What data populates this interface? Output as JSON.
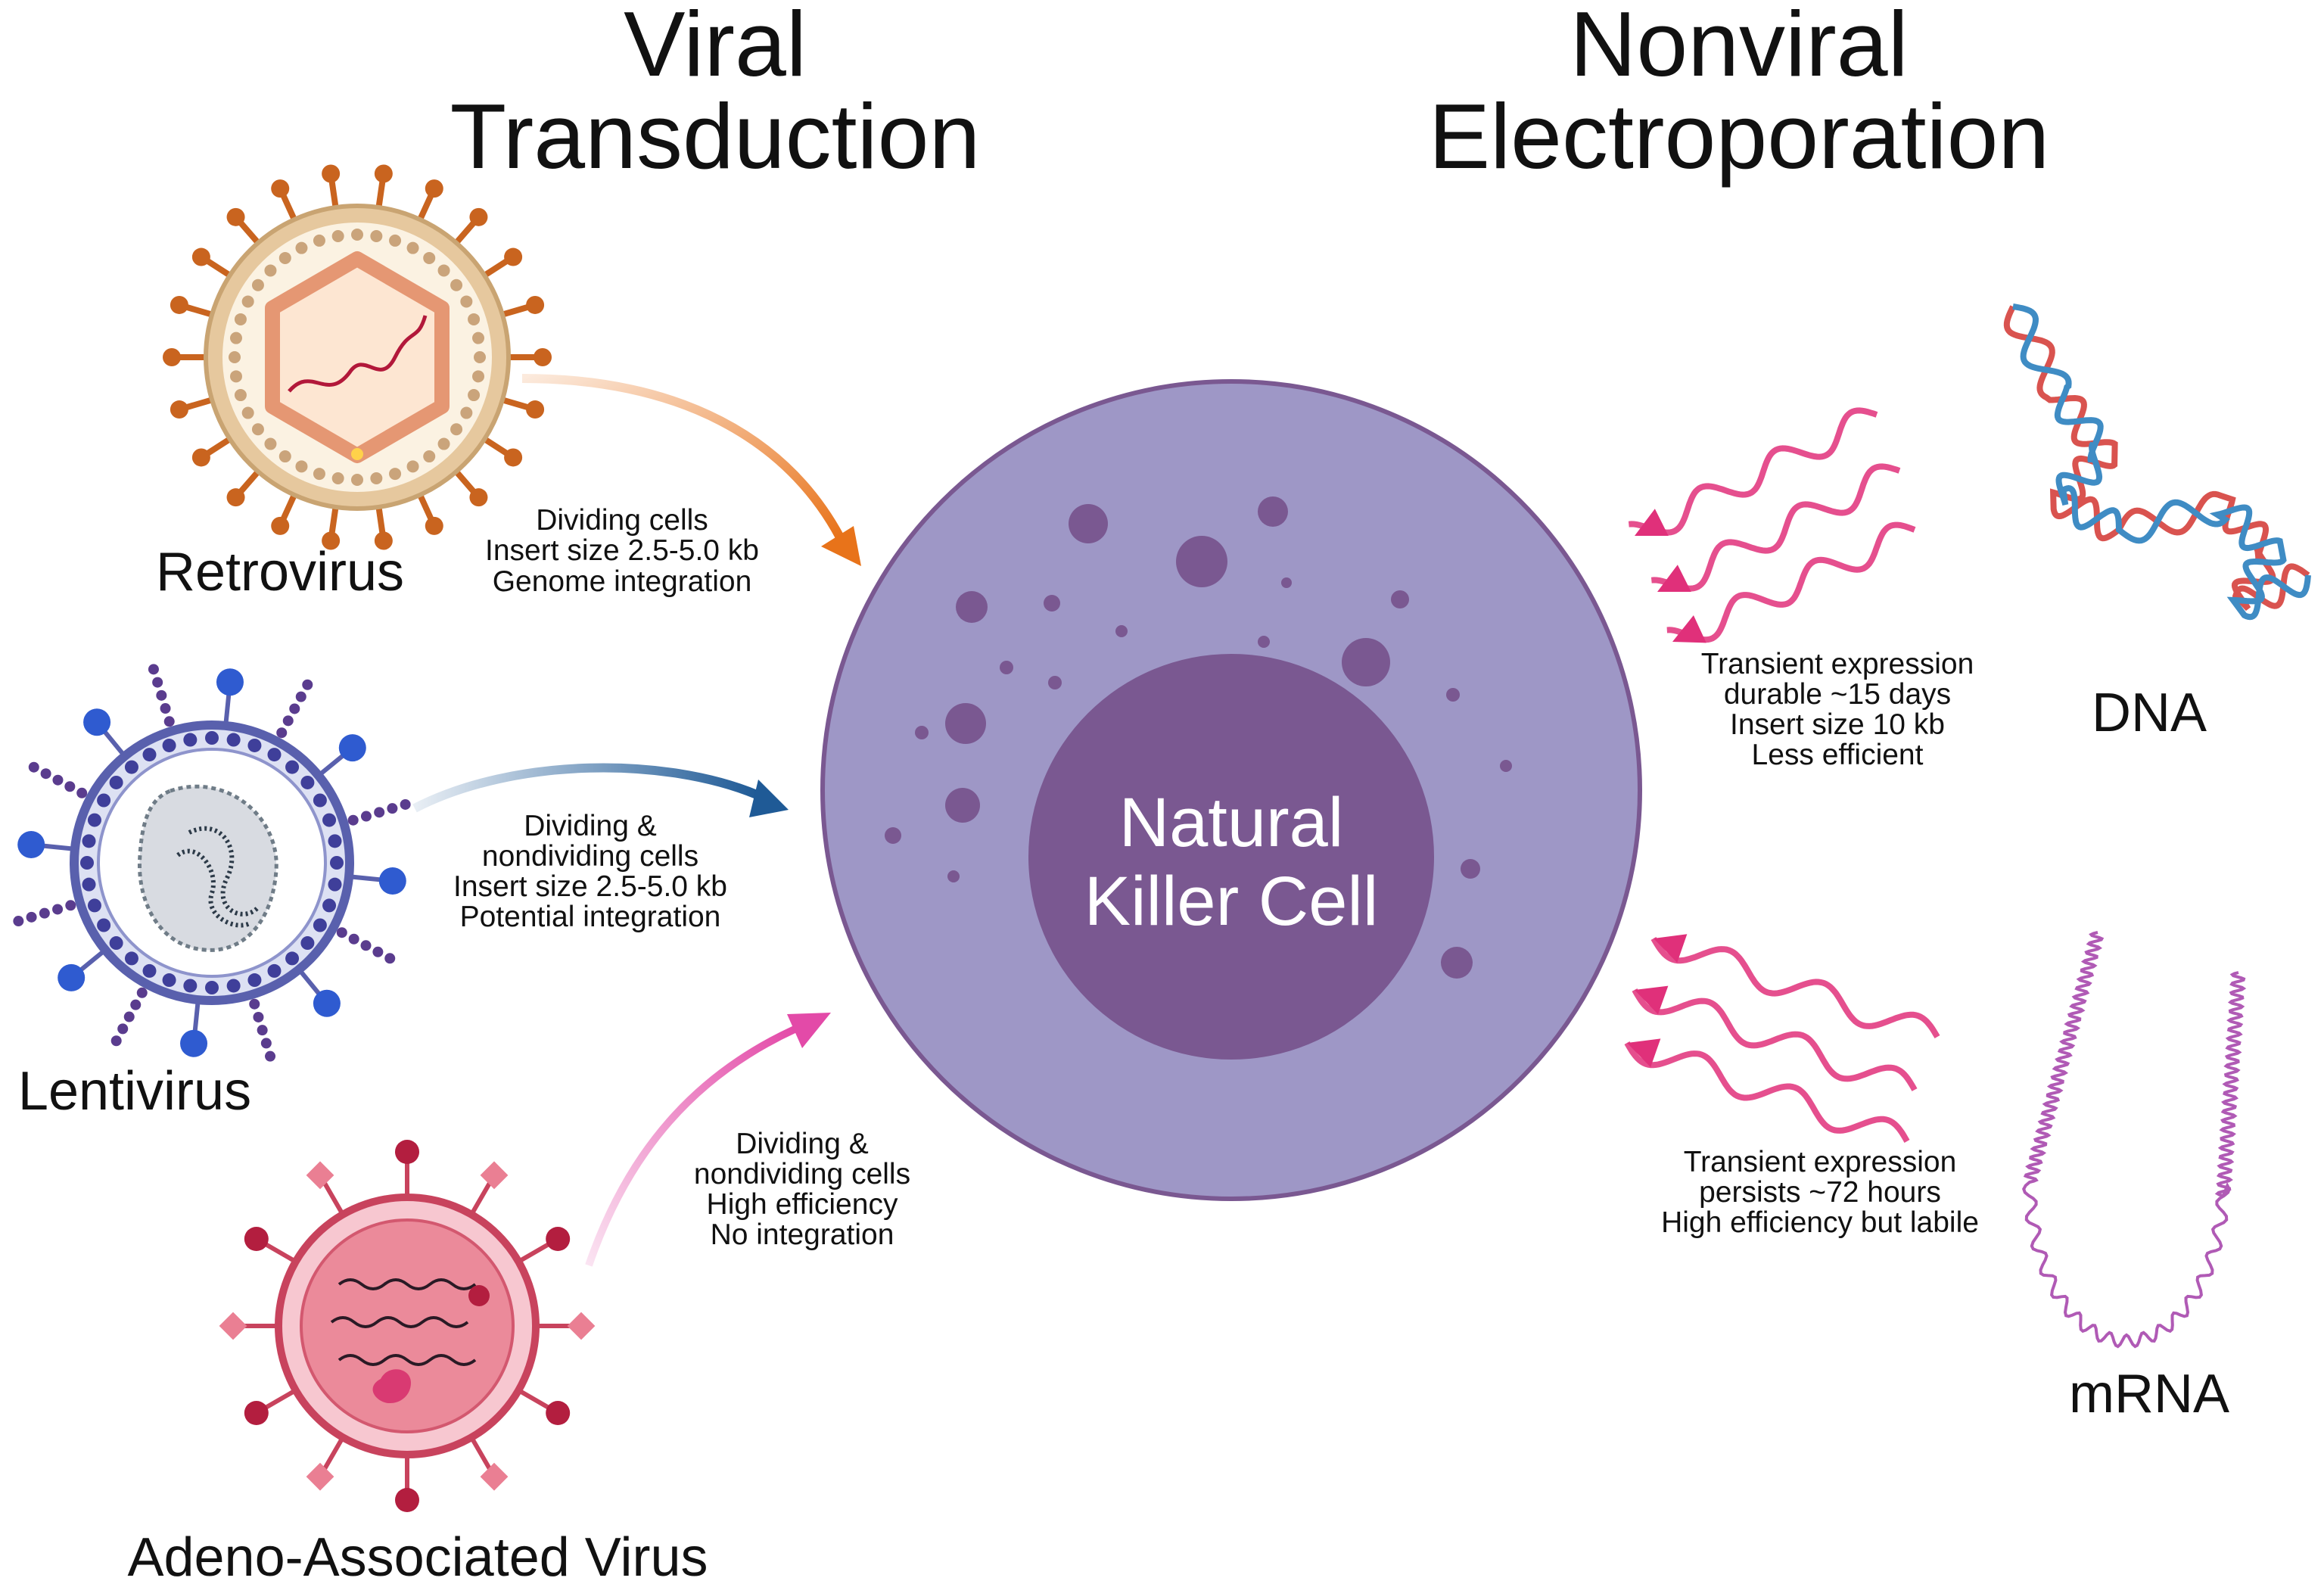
{
  "headings": {
    "viral_line1": "Viral",
    "viral_line2": "Transduction",
    "nonviral_line1": "Nonviral",
    "nonviral_line2": "Electroporation"
  },
  "center": {
    "line1": "Natural",
    "line2": "Killer Cell"
  },
  "viruses": {
    "retrovirus": {
      "label": "Retrovirus",
      "notes": [
        "Dividing cells",
        "Insert size 2.5-5.0 kb",
        "Genome integration"
      ]
    },
    "lentivirus": {
      "label": "Lentivirus",
      "notes": [
        "Dividing &",
        "nondividing cells",
        "Insert size 2.5-5.0 kb",
        "Potential integration"
      ]
    },
    "aav": {
      "label": "Adeno-Associated Virus",
      "notes": [
        "Dividing &",
        "nondividing cells",
        "High efficiency",
        "No integration"
      ]
    }
  },
  "nonviral": {
    "dna": {
      "label": "DNA",
      "notes": [
        "Transient expression",
        "durable ~15 days",
        "Insert size 10 kb",
        "Less efficient"
      ]
    },
    "mrna": {
      "label": "mRNA",
      "notes": [
        "Transient expression",
        "persists ~72 hours",
        "High efficiency but labile"
      ]
    }
  },
  "colors": {
    "cell_outer": "#9e97c6",
    "cell_nucleus": "#7a5891",
    "retro_arrow": "#e8731a",
    "lenti_arrow": "#1f5a96",
    "aav_arrow": "#e34aa8",
    "pulse": "#e0307a",
    "dna_red": "#d9534f",
    "dna_blue": "#3f8cc4",
    "mrna": "#b05ab5"
  }
}
